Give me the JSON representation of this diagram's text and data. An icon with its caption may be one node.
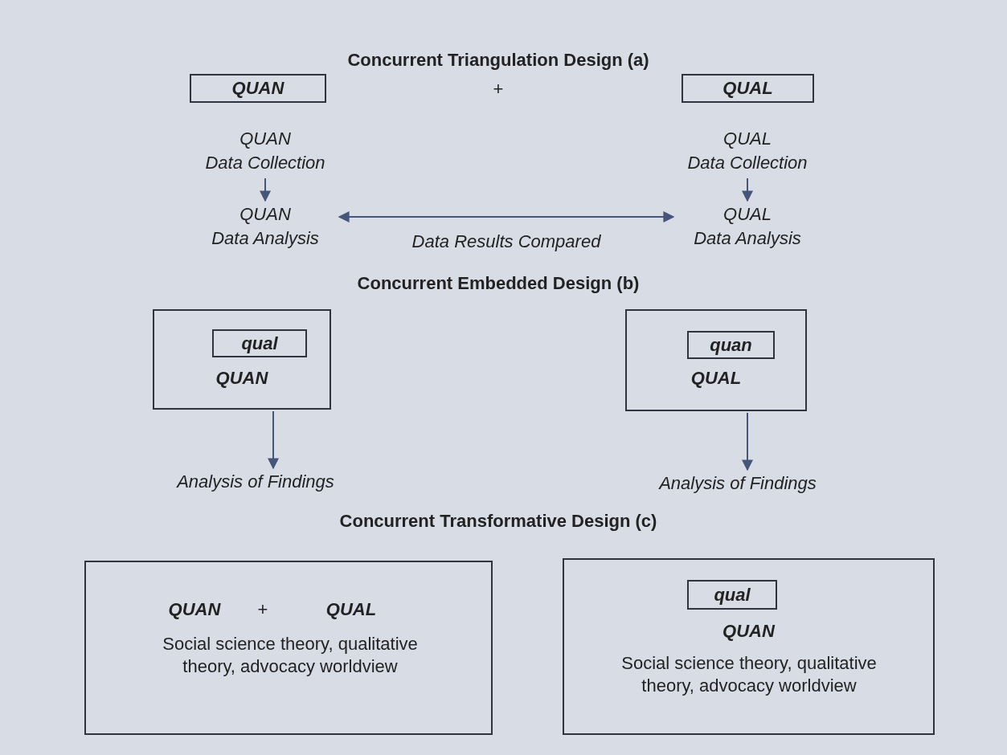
{
  "diagram": {
    "nodes": [
      {
        "text": [
          "QUAN"
        ]
      },
      {
        "text": [
          "QUAN Data Collection"
        ]
      },
      {
        "text": [
          "QUAN Data Analysis"
        ]
      },
      {
        "text": [
          "QUAL"
        ]
      },
      {
        "text": [
          "QUAL Data Collection"
        ]
      },
      {
        "text": [
          "QUAL Data Analysis"
        ]
      },
      {
        "text": [
          "QUAN"
        ]
      },
      {
        "text": [
          "qual"
        ],
        "in": 6
      },
      {
        "text": [
          "Analysis of Findings"
        ]
      },
      {
        "text": [
          "QUAL"
        ]
      },
      {
        "text": [
          "quan"
        ],
        "in": 9
      },
      {
        "text": [
          "Analysis of Findings"
        ]
      },
      {
        "text": [
          "QUAN",
          "+",
          "QUAL",
          "Social science theory, qualitative theory, advocacy worldview"
        ]
      },
      {
        "text": [
          "QUAN",
          "Social science theory, qualitative theory, advocacy worldview"
        ]
      },
      {
        "text": [
          "qual"
        ],
        "in": 13
      }
    ],
    "edges": [
      {
        "from": 1,
        "to": 2,
        "arrow": "to"
      },
      {
        "from": 4,
        "to": 5,
        "arrow": "to"
      },
      {
        "from": 2,
        "to": 5,
        "arrow": "both",
        "label": "Data Results Compared"
      },
      {
        "from": 6,
        "to": 8,
        "arrow": "to"
      },
      {
        "from": 9,
        "to": 11,
        "arrow": "to"
      }
    ],
    "labels": [
      "Concurrent Triangulation Design (a)",
      "+",
      "Concurrent Embedded Design (b)",
      "Concurrent Transformative Design (c)"
    ]
  }
}
